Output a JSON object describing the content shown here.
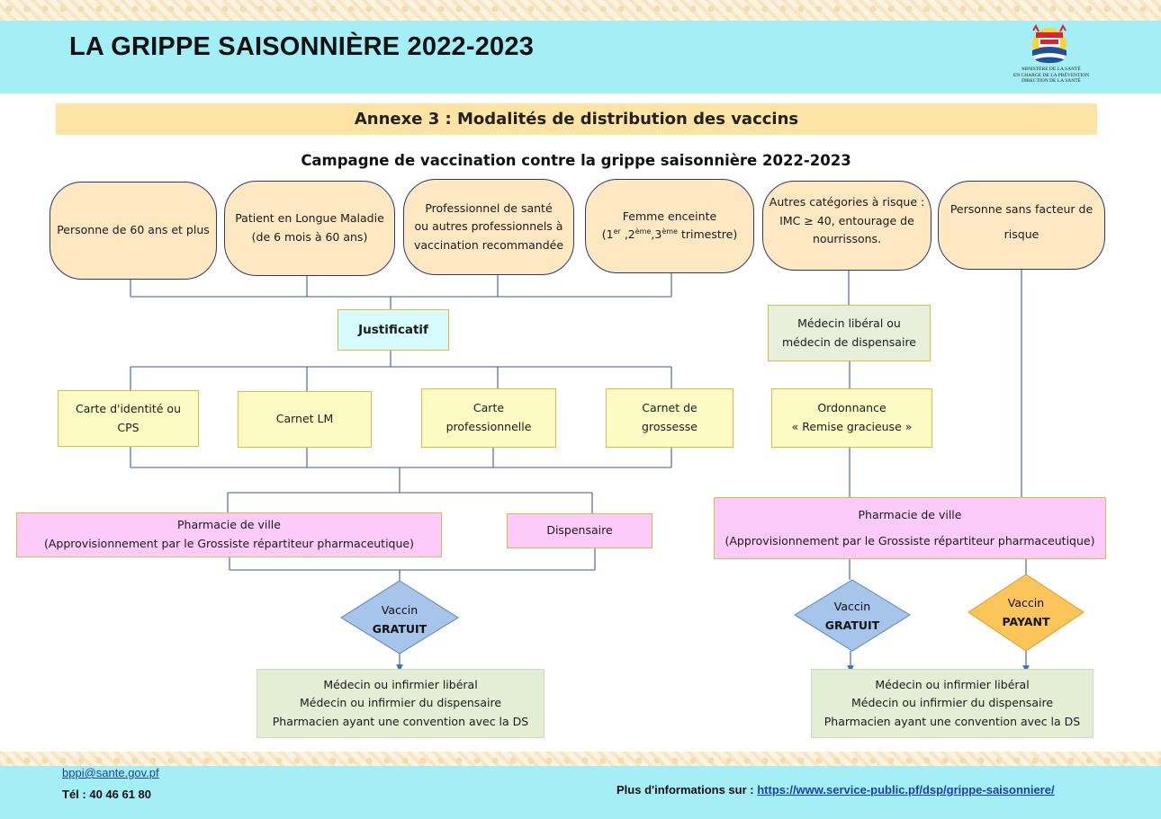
{
  "header": {
    "title": "LA GRIPPE SAISONNIÈRE 2022-2023",
    "logo_lines": [
      "MINISTÈRE DE LA SANTÉ",
      "EN CHARGE DE LA PRÉVENTION",
      "DIRECTION DE LA SANTÉ"
    ]
  },
  "annex_title": "Annexe 3 : Modalités de distribution des vaccins",
  "campaign_title": "Campagne de vaccination contre la grippe saisonnière 2022-2023",
  "categories": {
    "c1": "Personne de 60 ans et plus",
    "c2_line1": "Patient en Longue Maladie",
    "c2_line2": "(de 6 mois à 60 ans)",
    "c3_line1": "Professionnel de santé",
    "c3_line2": "ou autres professionnels à",
    "c3_line3": "vaccination recommandée",
    "c4_line1": "Femme enceinte",
    "c4_t1": "1",
    "c4_sup1": "er",
    "c4_t2": "2",
    "c4_sup2": "ème",
    "c4_t3": "3",
    "c4_sup3": "ème",
    "c4_tail": "trimestre",
    "c5_line1": "Autres catégories à risque :",
    "c5_line2": "IMC ≥ 40, entourage de",
    "c5_line3": "nourrissons.",
    "c6_line1": "Personne sans facteur de",
    "c6_line2": "risque"
  },
  "justificatif": "Justificatif",
  "documents": {
    "d1_line1": "Carte d'identité ou",
    "d1_line2": "CPS",
    "d2": "Carnet LM",
    "d3_line1": "Carte",
    "d3_line2": "professionnelle",
    "d4_line1": "Carnet de",
    "d4_line2": "grossesse"
  },
  "medecin": {
    "line1": "Médecin libéral ou",
    "line2": "médecin de dispensaire"
  },
  "ordonnance": {
    "line1": "Ordonnance",
    "line2": "« Remise gracieuse »"
  },
  "pharmacie_left": {
    "line1": "Pharmacie de ville",
    "line2": "(Approvisionnement par le Grossiste répartiteur pharmaceutique)"
  },
  "dispensaire": "Dispensaire",
  "pharmacie_right": {
    "line1": "Pharmacie de ville",
    "line2": "(Approvisionnement par le Grossiste répartiteur pharmaceutique)"
  },
  "vaccin_left": {
    "line1": "Vaccin",
    "line2": "GRATUIT"
  },
  "vaccin_mid": {
    "line1": "Vaccin",
    "line2": "GRATUIT"
  },
  "vaccin_right": {
    "line1": "Vaccin",
    "line2": "PAYANT"
  },
  "admin_left": {
    "line1": "Médecin ou infirmier libéral",
    "line2": "Médecin ou infirmier du dispensaire",
    "line3": "Pharmacien ayant une convention avec la DS"
  },
  "admin_right": {
    "line1": "Médecin ou infirmier libéral",
    "line2": "Médecin ou infirmier du dispensaire",
    "line3": "Pharmacien ayant une convention avec la DS"
  },
  "footer": {
    "email": "bppi@sante.gov.pf",
    "tel": "Tél : 40 46 61 80",
    "info_prefix": "Plus d'informations sur :",
    "info_url": "https://www.service-public.pf/dsp/grippe-saisonniere/"
  },
  "colors": {
    "band": "#a4eef6",
    "annex_bg": "#fde3a4",
    "pill_bg": "#fde8c2",
    "pink": "#fccbfa",
    "diamond_blue": "#a7c4ea",
    "diamond_orange": "#fcc55a",
    "connector": "#3b5a9a"
  }
}
